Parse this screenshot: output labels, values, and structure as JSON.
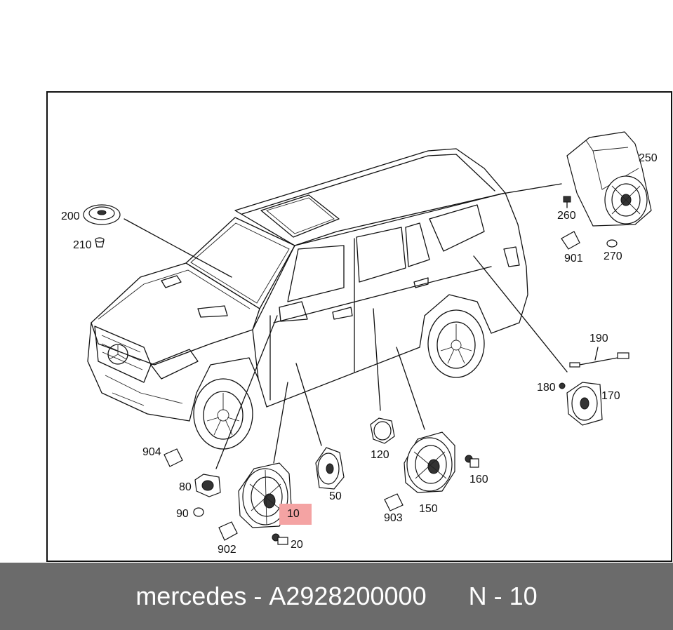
{
  "callouts": [
    {
      "id": "c200",
      "text": "200"
    },
    {
      "id": "c210",
      "text": "210"
    },
    {
      "id": "c250",
      "text": "250"
    },
    {
      "id": "c260",
      "text": "260"
    },
    {
      "id": "c901",
      "text": "901"
    },
    {
      "id": "c270",
      "text": "270"
    },
    {
      "id": "c190",
      "text": "190"
    },
    {
      "id": "c180",
      "text": "180"
    },
    {
      "id": "c170",
      "text": "170"
    },
    {
      "id": "c904",
      "text": "904"
    },
    {
      "id": "c80",
      "text": "80"
    },
    {
      "id": "c90",
      "text": "90"
    },
    {
      "id": "c10",
      "text": "10"
    },
    {
      "id": "c50",
      "text": "50"
    },
    {
      "id": "c120",
      "text": "120"
    },
    {
      "id": "c160",
      "text": "160"
    },
    {
      "id": "c150",
      "text": "150"
    },
    {
      "id": "c903",
      "text": "903"
    },
    {
      "id": "c902",
      "text": "902"
    },
    {
      "id": "c20",
      "text": "20"
    }
  ],
  "highlight": {
    "part": "10",
    "color": "#f4a3a3"
  },
  "footer": {
    "brand": "mercedes",
    "sep": " - ",
    "part_number": "A2928200000",
    "position": "N - 10"
  }
}
